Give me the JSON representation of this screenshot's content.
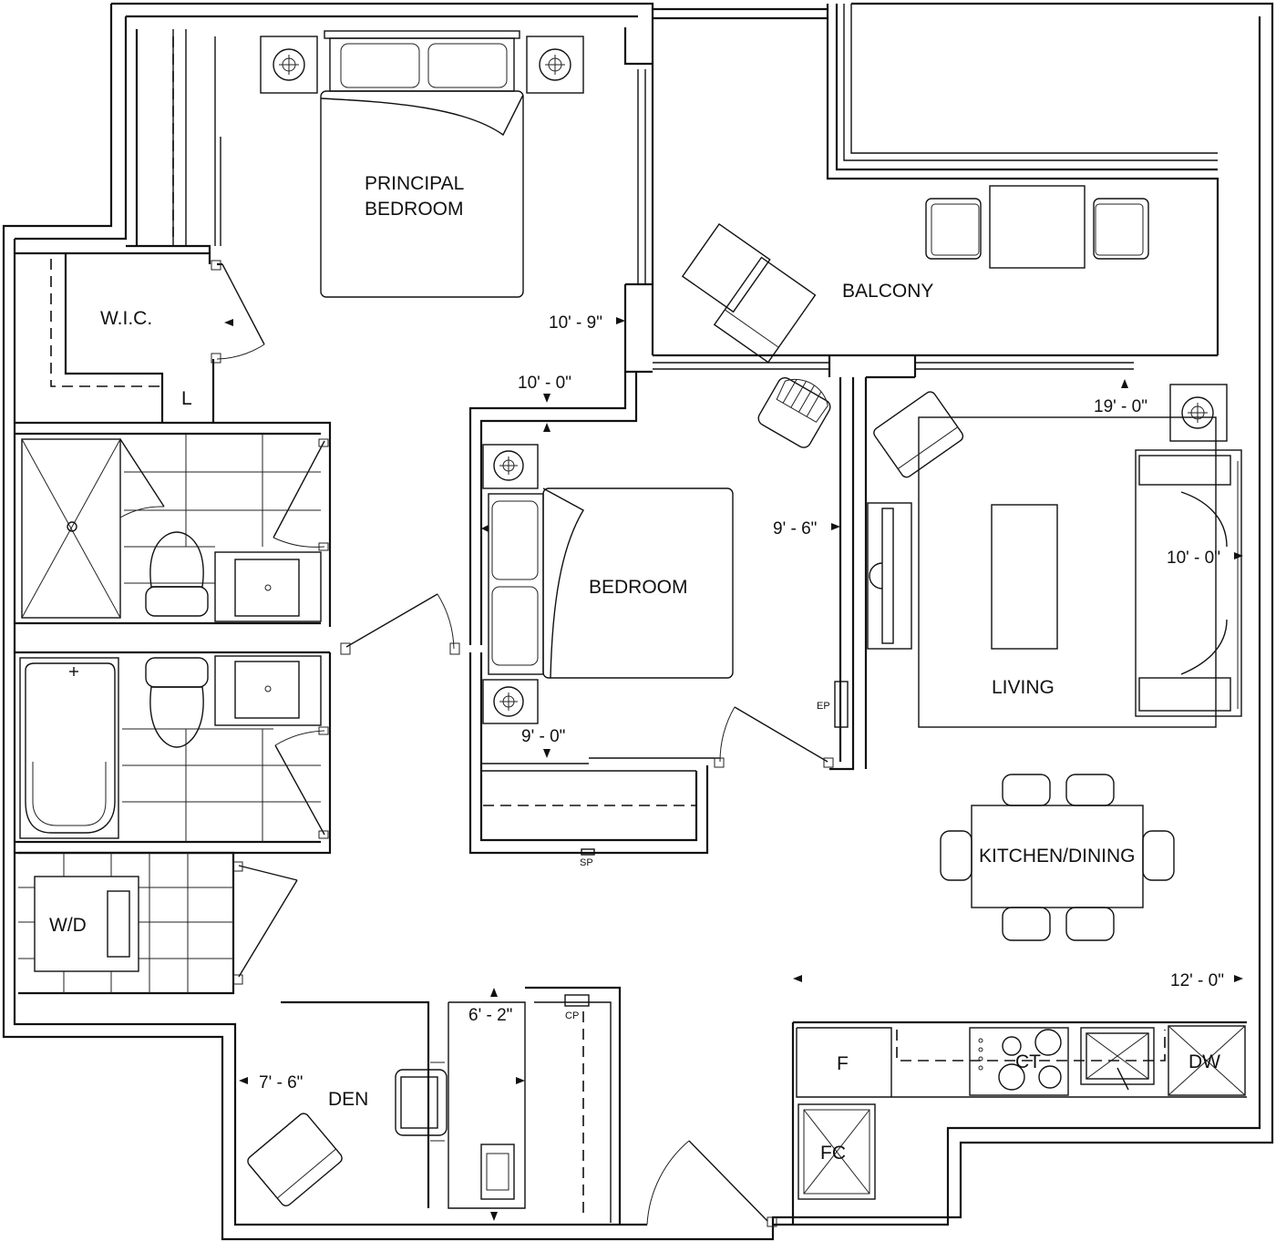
{
  "rooms": {
    "principal_bedroom_line1": "PRINCIPAL",
    "principal_bedroom_line2": "BEDROOM",
    "wic": "W.I.C.",
    "linen": "L",
    "balcony": "BALCONY",
    "bedroom": "BEDROOM",
    "living": "LIVING",
    "kitchen_dining": "KITCHEN/DINING",
    "laundry": "W/D",
    "den": "DEN"
  },
  "dimensions": {
    "principal_bedroom": "10' - 9\"",
    "bedroom_depth": "10' - 0\"",
    "bedroom_width": "9' - 6\"",
    "bedroom_closet": "9' - 0\"",
    "living_length": "19' - 0\"",
    "living_width": "10' - 0\"",
    "kitchen": "12' - 0\"",
    "den_width": "7' - 6\"",
    "den_depth": "6' - 2\""
  },
  "appliances": {
    "fridge": "F",
    "cooktop": "CT",
    "dishwasher": "DW",
    "coat_closet_fc": "FC",
    "cp": "CP",
    "ep": "EP",
    "sp": "SP"
  }
}
